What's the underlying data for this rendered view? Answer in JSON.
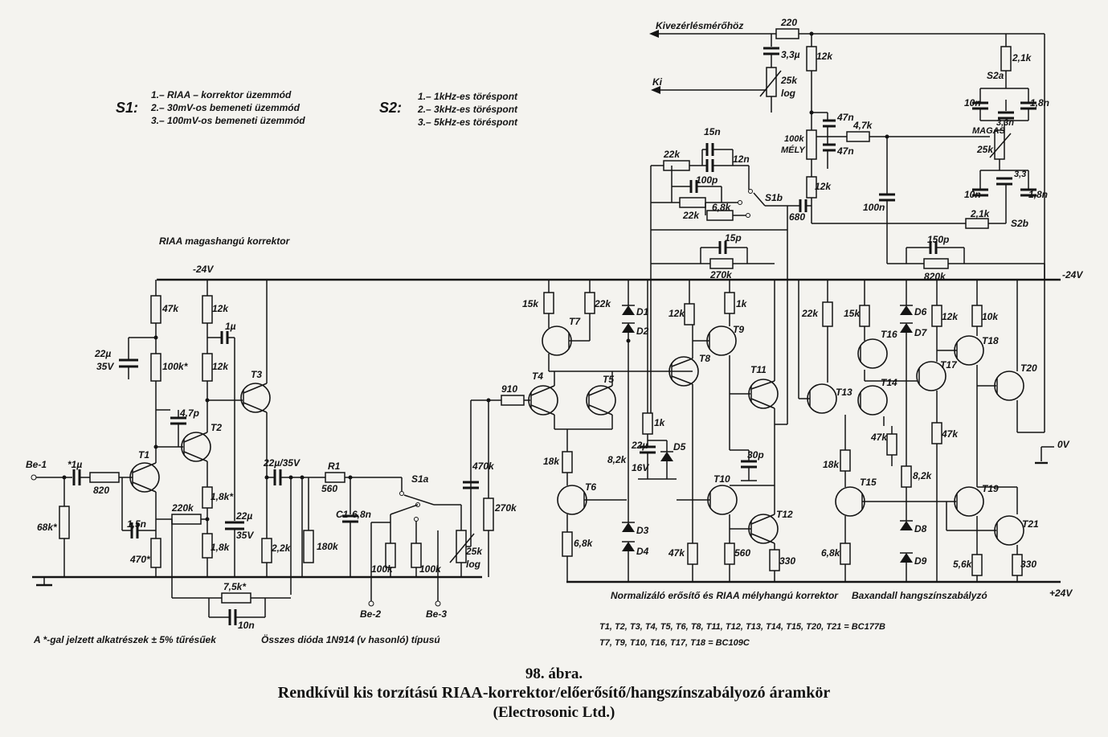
{
  "s1": {
    "name": "S1:",
    "modes": [
      "1.– RIAA – korrektor üzemmód",
      "2.– 30mV-os bemeneti üzemmód",
      "3.– 100mV-os bemeneti üzemmód"
    ]
  },
  "s2": {
    "name": "S2:",
    "modes": [
      "1.– 1kHz-es töréspont",
      "2.– 3kHz-es töréspont",
      "3.– 5kHz-es töréspont"
    ]
  },
  "notes": {
    "treble_riaa": "RIAA magashangú korrektor",
    "tolerance": "A *-gal jelzett alkatrészek ± 5% tűrésűek",
    "diodes": "Összes dióda 1N914 (v hasonló) típusú",
    "normalizing": "Normalizáló erősítő és RIAA mélyhangú korrektor",
    "tone": "Baxandall hangszínszabályzó",
    "transistors_a": "T1, T2, T3, T4, T5, T6, T8, T11, T12, T13, T14, T15, T20, T21 = BC177B",
    "transistors_b": "T7, T9, T10, T16, T17, T18 = BC109C"
  },
  "rails": {
    "neg": "-24V",
    "pos": "+24V",
    "zero": "0V"
  },
  "io": {
    "in1": "Be-1",
    "in2": "Be-2",
    "in3": "Be-3",
    "out": "Ki",
    "meter": "Kivezérlésmérőhöz",
    "sw_s1a": "S1a",
    "sw_s1b": "S1b",
    "sw_s2a": "S2a",
    "sw_s2b": "S2b",
    "bass": "MÉLY",
    "treble": "MAGAS"
  },
  "components": [
    {
      "id": "c_in",
      "text": "*1µ"
    },
    {
      "id": "r_820",
      "text": "820"
    },
    {
      "id": "r_68k",
      "text": "68k*"
    },
    {
      "id": "r_47k_a",
      "text": "47k"
    },
    {
      "id": "r_100k_a",
      "text": "100k*"
    },
    {
      "id": "c_22u_a",
      "text": "22µ"
    },
    {
      "id": "c_22u_a_v",
      "text": "35V"
    },
    {
      "id": "r_12k_a",
      "text": "12k"
    },
    {
      "id": "r_12k_b",
      "text": "12k"
    },
    {
      "id": "c_1u",
      "text": "1µ"
    },
    {
      "id": "c_4p7",
      "text": "4,7p"
    },
    {
      "id": "r_1k8_a",
      "text": "1,8k*"
    },
    {
      "id": "r_220k",
      "text": "220k"
    },
    {
      "id": "c_1n5",
      "text": "1,5n"
    },
    {
      "id": "r_470",
      "text": "470*"
    },
    {
      "id": "r_1k8_b",
      "text": "1,8k"
    },
    {
      "id": "c_22u_b",
      "text": "22µ"
    },
    {
      "id": "c_22u_b_v",
      "text": "35V"
    },
    {
      "id": "c_22u_c",
      "text": "22µ/35V"
    },
    {
      "id": "r_2k2",
      "text": "2,2k"
    },
    {
      "id": "r_7k5",
      "text": "7,5k*"
    },
    {
      "id": "c_10n",
      "text": "10n"
    },
    {
      "id": "r1",
      "text": "R1"
    },
    {
      "id": "r_560_a",
      "text": "560"
    },
    {
      "id": "c1",
      "text": "C1"
    },
    {
      "id": "c_6n8",
      "text": "6,8n"
    },
    {
      "id": "r_180k",
      "text": "180k"
    },
    {
      "id": "r_100k_b",
      "text": "100k"
    },
    {
      "id": "r_100k_c",
      "text": "100k"
    },
    {
      "id": "c_470k",
      "text": "470k"
    },
    {
      "id": "r_270k_a",
      "text": "270k"
    },
    {
      "id": "p_25k_a",
      "text": "25k"
    },
    {
      "id": "p_25k_a_t",
      "text": "log"
    },
    {
      "id": "r_910",
      "text": "910"
    },
    {
      "id": "r_15k_a",
      "text": "15k"
    },
    {
      "id": "r_22k_a",
      "text": "22k"
    },
    {
      "id": "r_18k_a",
      "text": "18k"
    },
    {
      "id": "r_6k8_a",
      "text": "6,8k"
    },
    {
      "id": "r_1k",
      "text": "1k"
    },
    {
      "id": "c_22u_d",
      "text": "22µ"
    },
    {
      "id": "c_22u_d_v",
      "text": "16V"
    },
    {
      "id": "r_8k2_a",
      "text": "8,2k"
    },
    {
      "id": "c_30p",
      "text": "30p"
    },
    {
      "id": "r_12k_c",
      "text": "12k"
    },
    {
      "id": "r_1k_b",
      "text": "1k"
    },
    {
      "id": "r_47k_b",
      "text": "47k"
    },
    {
      "id": "r_560_b",
      "text": "560"
    },
    {
      "id": "r_330_a",
      "text": "330"
    },
    {
      "id": "r_22k_b",
      "text": "22k"
    },
    {
      "id": "c_15n",
      "text": "15n"
    },
    {
      "id": "c_12n",
      "text": "12n"
    },
    {
      "id": "c_100p",
      "text": "100p"
    },
    {
      "id": "r_22k_c",
      "text": "22k"
    },
    {
      "id": "r_6k8_b",
      "text": "6,8k"
    },
    {
      "id": "c_15p",
      "text": "15p"
    },
    {
      "id": "r_270k_b",
      "text": "270k"
    },
    {
      "id": "r_220",
      "text": "220"
    },
    {
      "id": "c_3u3",
      "text": "3,3µ"
    },
    {
      "id": "p_25k_b",
      "text": "25k"
    },
    {
      "id": "p_25k_b_t",
      "text": "log"
    },
    {
      "id": "r_12k_d",
      "text": "12k"
    },
    {
      "id": "c_47n_a",
      "text": "47n"
    },
    {
      "id": "c_47n_b",
      "text": "47n"
    },
    {
      "id": "p_100k",
      "text": "100k"
    },
    {
      "id": "r_4k7",
      "text": "4,7k"
    },
    {
      "id": "r_12k_e",
      "text": "12k"
    },
    {
      "id": "c_680",
      "text": "680"
    },
    {
      "id": "c_100n",
      "text": "100n"
    },
    {
      "id": "r_2k1_a",
      "text": "2,1k"
    },
    {
      "id": "c_10n_a",
      "text": "10n"
    },
    {
      "id": "c_1n8_a",
      "text": "1,8n"
    },
    {
      "id": "c_3n3_a",
      "text": "3,3n"
    },
    {
      "id": "p_25k_c",
      "text": "25k"
    },
    {
      "id": "c_3n3_b",
      "text": "3,3"
    },
    {
      "id": "c_10n_b",
      "text": "10n"
    },
    {
      "id": "c_1n8_b",
      "text": "1,8n"
    },
    {
      "id": "r_2k1_b",
      "text": "2,1k"
    },
    {
      "id": "c_150p",
      "text": "150p"
    },
    {
      "id": "r_820k",
      "text": "820k"
    },
    {
      "id": "r_22k_d",
      "text": "22k"
    },
    {
      "id": "r_15k_b",
      "text": "15k"
    },
    {
      "id": "r_12k_f",
      "text": "12k"
    },
    {
      "id": "r_10k",
      "text": "10k"
    },
    {
      "id": "r_47k_c",
      "text": "47k"
    },
    {
      "id": "r_47k_d",
      "text": "47k"
    },
    {
      "id": "r_18k_b",
      "text": "18k"
    },
    {
      "id": "r_8k2_b",
      "text": "8,2k"
    },
    {
      "id": "r_6k8_c",
      "text": "6,8k"
    },
    {
      "id": "r_5k6",
      "text": "5,6k"
    },
    {
      "id": "r_330_b",
      "text": "330"
    }
  ],
  "transistors": [
    "T1",
    "T2",
    "T3",
    "T4",
    "T5",
    "T6",
    "T7",
    "T8",
    "T9",
    "T10",
    "T11",
    "T12",
    "T13",
    "T14",
    "T15",
    "T16",
    "T17",
    "T18",
    "T19",
    "T20",
    "T21"
  ],
  "diodes": [
    "D1",
    "D2",
    "D3",
    "D4",
    "D5",
    "D6",
    "D7",
    "D8",
    "D9"
  ],
  "figure": {
    "number": "98. ábra.",
    "title": "Rendkívül kis torzítású RIAA-korrektor/előerősítő/hangszínszabályozó áramkör",
    "source": "(Electrosonic Ltd.)"
  },
  "colors": {
    "ink": "#141414",
    "paper": "#f4f3ef"
  }
}
